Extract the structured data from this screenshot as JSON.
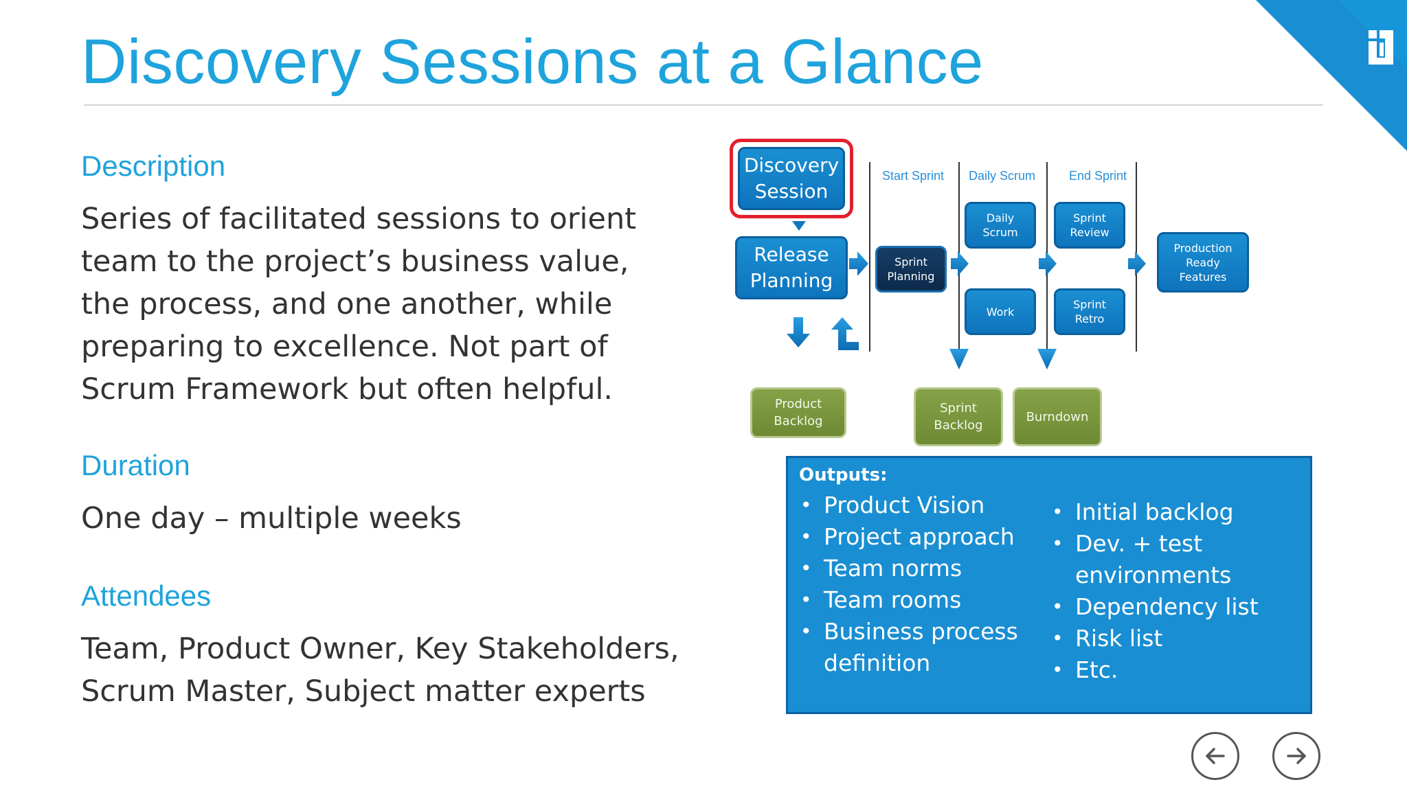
{
  "slide": {
    "title": "Discovery Sessions at a Glance"
  },
  "description": {
    "heading": "Description",
    "text": "Series of facilitated sessions to orient team to the project’s business value, the process, and one another, while preparing to excellence. Not part of Scrum Framework but often helpful."
  },
  "duration": {
    "heading": "Duration",
    "text": "One day – multiple weeks"
  },
  "attendees": {
    "heading": "Attendees",
    "text": "Team, Product Owner, Key Stakeholders, Scrum Master, Subject matter experts"
  },
  "diagram": {
    "discovery_session": [
      "Discovery",
      "Session"
    ],
    "release_planning": [
      "Release",
      "Planning"
    ],
    "start_sprint": "Start Sprint",
    "daily_scrum_head": "Daily Scrum",
    "end_sprint": "End Sprint",
    "sprint_planning": [
      "Sprint",
      "Planning"
    ],
    "daily_scrum": [
      "Daily",
      "Scrum"
    ],
    "work": "Work",
    "sprint_review": [
      "Sprint",
      "Review"
    ],
    "sprint_retro": [
      "Sprint",
      "Retro"
    ],
    "production_ready": [
      "Production",
      "Ready",
      "Features"
    ],
    "product_backlog": [
      "Product",
      "Backlog"
    ],
    "sprint_backlog": [
      "Sprint",
      "Backlog"
    ],
    "burndown": "Burndown",
    "highlight_color": "#e2202c",
    "box_blue": "#1a8ed2",
    "box_dark": "#0f2f52",
    "box_green": "#7a963f"
  },
  "outputs": {
    "title": "Outputs:",
    "left_items": [
      "Product Vision",
      "Project approach",
      "Team norms",
      "Team rooms",
      "Business process definition"
    ],
    "right_items": [
      "Initial backlog",
      "Dev. + test environments",
      "Dependency list",
      "Risk list",
      "Etc."
    ]
  },
  "nav": {
    "prev_icon": "arrow-left-icon",
    "next_icon": "arrow-right-icon"
  },
  "branding": {
    "corner_color": "#1a8ed2",
    "logo_icon": "brand-logo-icon"
  }
}
